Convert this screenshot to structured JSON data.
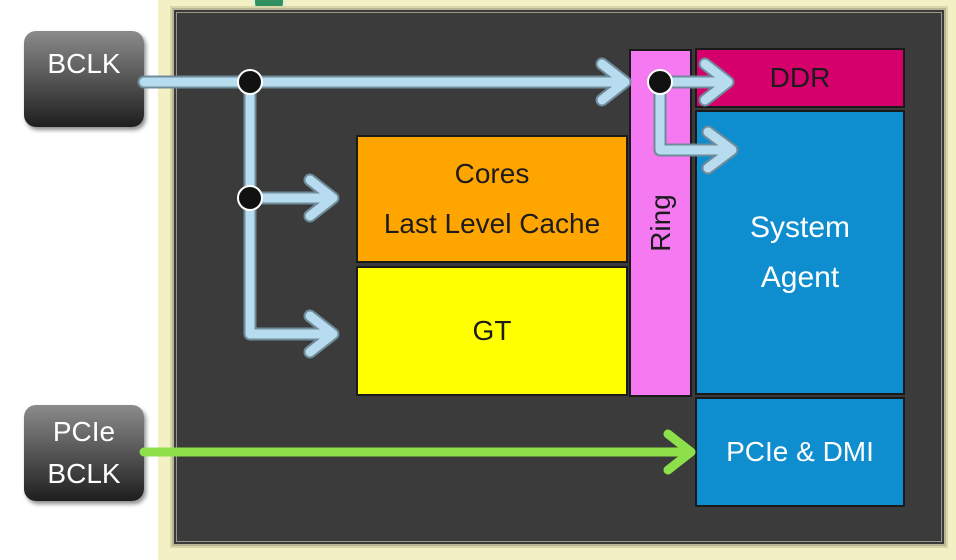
{
  "clock_sources": {
    "bclk": "BCLK",
    "pcie_bclk_line1": "PCIe",
    "pcie_bclk_line2": "BCLK"
  },
  "blocks": {
    "cores_line1": "Cores",
    "cores_line2": "Last Level Cache",
    "gt": "GT",
    "ring": "Ring",
    "ddr": "DDR",
    "system_agent_line1": "System",
    "system_agent_line2": "Agent",
    "pcie_dmi": "PCIe & DMI"
  },
  "colors": {
    "cores": "#ffa500",
    "gt": "#ffff00",
    "ring": "#f579f0",
    "ddr": "#d6006c",
    "system_agent": "#0e8dcf",
    "bclk_wire": "#b7dcef",
    "pcie_wire": "#8ee04a"
  }
}
